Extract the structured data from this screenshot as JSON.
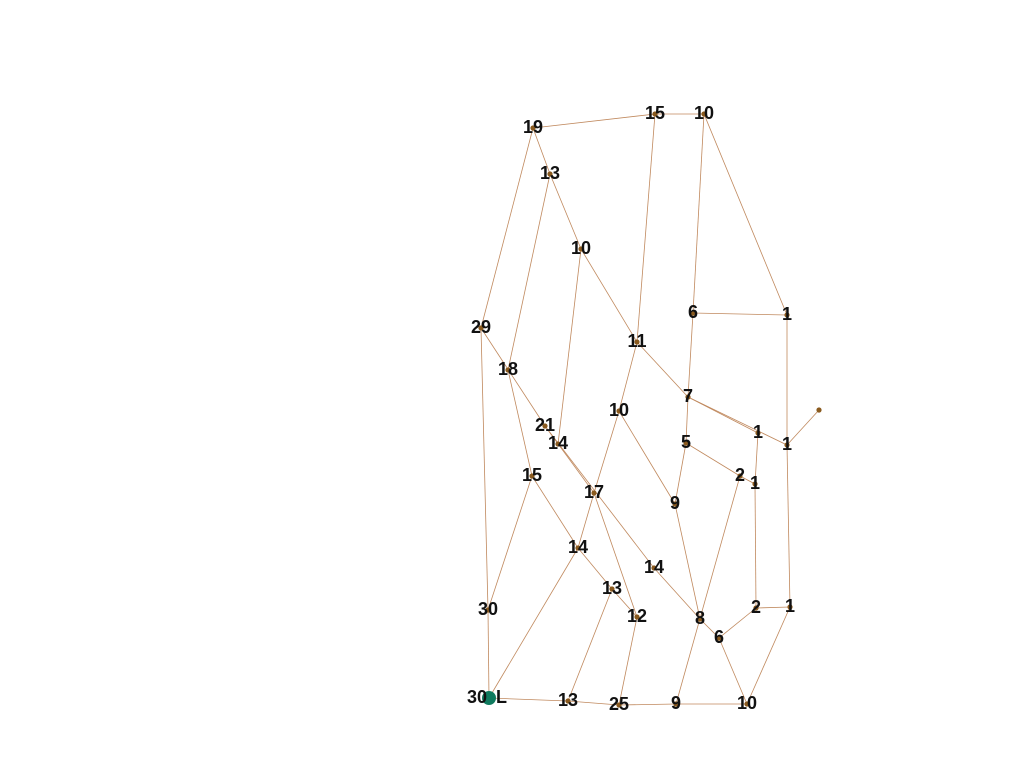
{
  "graph": {
    "colors": {
      "edge": "#c0895e",
      "node": "#8a5a1e",
      "depot": "#0f7a5e",
      "label": "#111111"
    },
    "depot": {
      "id": "depot",
      "label": "30",
      "suffix": "L"
    },
    "nodes": [
      {
        "id": "n19a",
        "label": "19"
      },
      {
        "id": "n15top",
        "label": "15"
      },
      {
        "id": "n10top",
        "label": "10"
      },
      {
        "id": "n13a",
        "label": "13"
      },
      {
        "id": "n10a",
        "label": "10"
      },
      {
        "id": "n29",
        "label": "29"
      },
      {
        "id": "n6a",
        "label": "6"
      },
      {
        "id": "n1a",
        "label": "1"
      },
      {
        "id": "n11",
        "label": "11"
      },
      {
        "id": "n18",
        "label": "18"
      },
      {
        "id": "n7",
        "label": "7"
      },
      {
        "id": "nX",
        "label": ""
      },
      {
        "id": "n10b",
        "label": "10"
      },
      {
        "id": "n21",
        "label": "21"
      },
      {
        "id": "n14a",
        "label": "14"
      },
      {
        "id": "n1b",
        "label": "1"
      },
      {
        "id": "n1c",
        "label": "1"
      },
      {
        "id": "n5",
        "label": "5"
      },
      {
        "id": "n15b",
        "label": "15"
      },
      {
        "id": "n2a",
        "label": "2"
      },
      {
        "id": "n1d",
        "label": "1"
      },
      {
        "id": "n17",
        "label": "17"
      },
      {
        "id": "n9a",
        "label": "9"
      },
      {
        "id": "n14b",
        "label": "14"
      },
      {
        "id": "n14c",
        "label": "14"
      },
      {
        "id": "n13b",
        "label": "13"
      },
      {
        "id": "n30",
        "label": "30"
      },
      {
        "id": "n12",
        "label": "12"
      },
      {
        "id": "n8",
        "label": "8"
      },
      {
        "id": "n2b",
        "label": "2"
      },
      {
        "id": "n1e",
        "label": "1"
      },
      {
        "id": "n6b",
        "label": "6"
      },
      {
        "id": "n13c",
        "label": "13"
      },
      {
        "id": "n25",
        "label": "25"
      },
      {
        "id": "n9b",
        "label": "9"
      },
      {
        "id": "n10c",
        "label": "10"
      }
    ],
    "edges": [
      [
        "n19a",
        "n15top"
      ],
      [
        "n15top",
        "n10top"
      ],
      [
        "n19a",
        "n13a"
      ],
      [
        "n19a",
        "n29"
      ],
      [
        "n13a",
        "n10a"
      ],
      [
        "n13a",
        "n18"
      ],
      [
        "n10a",
        "n11"
      ],
      [
        "n10a",
        "n14a"
      ],
      [
        "n10top",
        "n6a"
      ],
      [
        "n10top",
        "n1a"
      ],
      [
        "n15top",
        "n11"
      ],
      [
        "n6a",
        "n1a"
      ],
      [
        "n6a",
        "n7"
      ],
      [
        "n1a",
        "n1c"
      ],
      [
        "n11",
        "n7"
      ],
      [
        "n11",
        "n10b"
      ],
      [
        "n7",
        "n1b"
      ],
      [
        "n7",
        "n1c"
      ],
      [
        "n7",
        "n5"
      ],
      [
        "n1c",
        "nX"
      ],
      [
        "n29",
        "n21"
      ],
      [
        "n29",
        "n30"
      ],
      [
        "n18",
        "n15b"
      ],
      [
        "n21",
        "n17"
      ],
      [
        "n21",
        "n14c"
      ],
      [
        "n10b",
        "n17"
      ],
      [
        "n10b",
        "n9a"
      ],
      [
        "n17",
        "n14b"
      ],
      [
        "n17",
        "n12"
      ],
      [
        "n14c",
        "n8"
      ],
      [
        "n5",
        "n2a"
      ],
      [
        "n5",
        "n9a"
      ],
      [
        "n2a",
        "n1d"
      ],
      [
        "n2a",
        "n9b"
      ],
      [
        "n1b",
        "n1d"
      ],
      [
        "n1d",
        "n2b"
      ],
      [
        "n2b",
        "n1e"
      ],
      [
        "n2b",
        "n6b"
      ],
      [
        "n1c",
        "n1e"
      ],
      [
        "n1e",
        "n10c"
      ],
      [
        "n15b",
        "n30"
      ],
      [
        "n15b",
        "n14b"
      ],
      [
        "n14b",
        "n13b"
      ],
      [
        "n13b",
        "n12"
      ],
      [
        "n13b",
        "n13c"
      ],
      [
        "n12",
        "n25"
      ],
      [
        "n9a",
        "n8"
      ],
      [
        "n8",
        "n6b"
      ],
      [
        "n6b",
        "n10c"
      ],
      [
        "n14b",
        "depot"
      ],
      [
        "n30",
        "depot"
      ],
      [
        "depot",
        "n13c"
      ],
      [
        "n13c",
        "n25"
      ],
      [
        "n25",
        "n9b"
      ],
      [
        "n9b",
        "n10c"
      ]
    ]
  }
}
